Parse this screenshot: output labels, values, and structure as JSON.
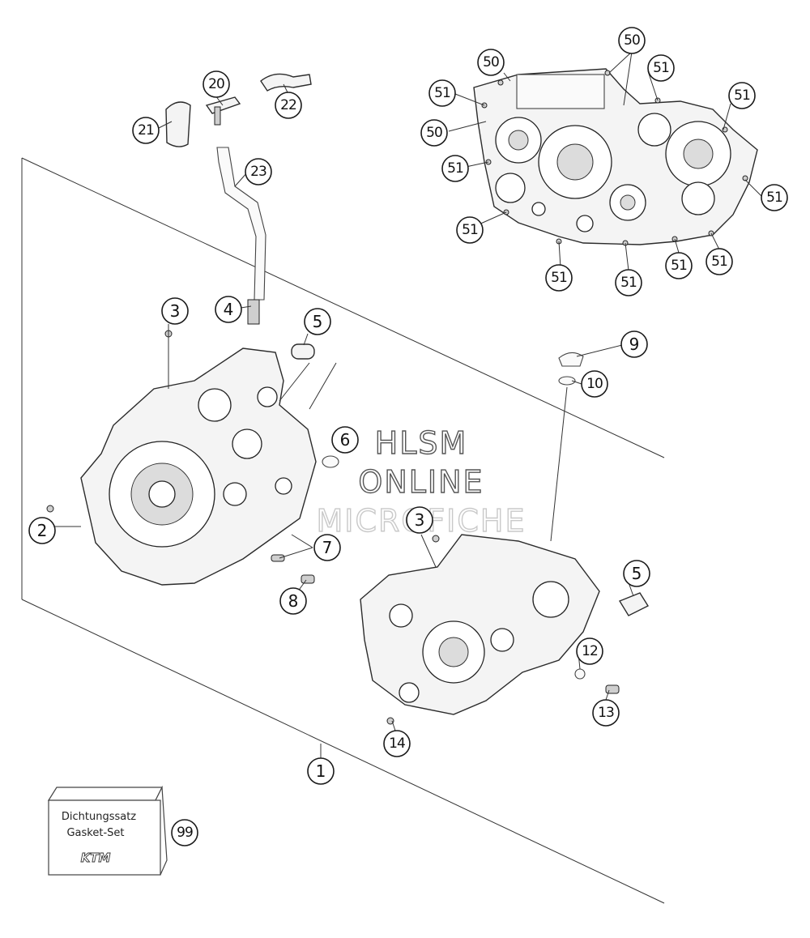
{
  "watermark": {
    "line1": "HLSM",
    "line2": "ONLINE",
    "line3": "MICROFICHE"
  },
  "gasket_box": {
    "line1": "Dichtungssatz",
    "line2": "Gasket-Set",
    "logo": "KTM"
  },
  "callouts": [
    {
      "id": "c20",
      "label": "20"
    },
    {
      "id": "c21",
      "label": "21"
    },
    {
      "id": "c22",
      "label": "22"
    },
    {
      "id": "c23",
      "label": "23"
    },
    {
      "id": "c3a",
      "label": "3"
    },
    {
      "id": "c4",
      "label": "4"
    },
    {
      "id": "c5a",
      "label": "5"
    },
    {
      "id": "c6",
      "label": "6"
    },
    {
      "id": "c2",
      "label": "2"
    },
    {
      "id": "c7",
      "label": "7"
    },
    {
      "id": "c8",
      "label": "8"
    },
    {
      "id": "c9",
      "label": "9"
    },
    {
      "id": "c10",
      "label": "10"
    },
    {
      "id": "c3b",
      "label": "3"
    },
    {
      "id": "c5b",
      "label": "5"
    },
    {
      "id": "c12",
      "label": "12"
    },
    {
      "id": "c13",
      "label": "13"
    },
    {
      "id": "c14",
      "label": "14"
    },
    {
      "id": "c1",
      "label": "1"
    },
    {
      "id": "c99",
      "label": "99"
    },
    {
      "id": "c50a",
      "label": "50"
    },
    {
      "id": "c50b",
      "label": "50"
    },
    {
      "id": "c50c",
      "label": "50"
    },
    {
      "id": "c51a",
      "label": "51"
    },
    {
      "id": "c51b",
      "label": "51"
    },
    {
      "id": "c51c",
      "label": "51"
    },
    {
      "id": "c51d",
      "label": "51"
    },
    {
      "id": "c51e",
      "label": "51"
    },
    {
      "id": "c51f",
      "label": "51"
    },
    {
      "id": "c51g",
      "label": "51"
    },
    {
      "id": "c51h",
      "label": "51"
    },
    {
      "id": "c51i",
      "label": "51"
    },
    {
      "id": "c51j",
      "label": "51"
    }
  ]
}
